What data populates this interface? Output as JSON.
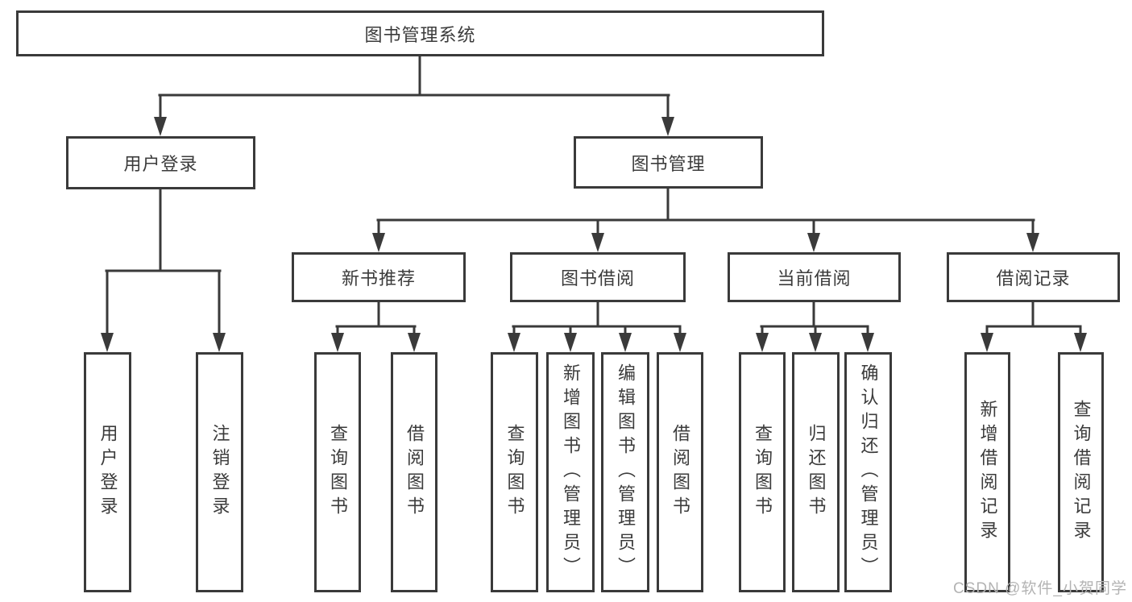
{
  "diagram": {
    "root": {
      "label": "图书管理系统",
      "children": [
        {
          "label": "用户登录",
          "children": [
            {
              "label": "用户登录"
            },
            {
              "label": "注销登录"
            }
          ]
        },
        {
          "label": "图书管理",
          "children": [
            {
              "label": "新书推荐",
              "children": [
                {
                  "label": "查询图书"
                },
                {
                  "label": "借阅图书"
                }
              ]
            },
            {
              "label": "图书借阅",
              "children": [
                {
                  "label": "查询图书"
                },
                {
                  "label": "新增图书（管理员）"
                },
                {
                  "label": "编辑图书（管理员）"
                },
                {
                  "label": "借阅图书"
                }
              ]
            },
            {
              "label": "当前借阅",
              "children": [
                {
                  "label": "查询图书"
                },
                {
                  "label": "归还图书"
                },
                {
                  "label": "确认归还（管理员）"
                }
              ]
            },
            {
              "label": "借阅记录",
              "children": [
                {
                  "label": "新增借阅记录"
                },
                {
                  "label": "查询借阅记录"
                }
              ]
            }
          ]
        }
      ]
    }
  },
  "watermark": {
    "text": "CSDN @软件_小贺同学"
  },
  "colors": {
    "line": "#3a3a3a",
    "text": "#3b3b3b",
    "watermark": "#b3b3b3",
    "background": "#ffffff"
  }
}
